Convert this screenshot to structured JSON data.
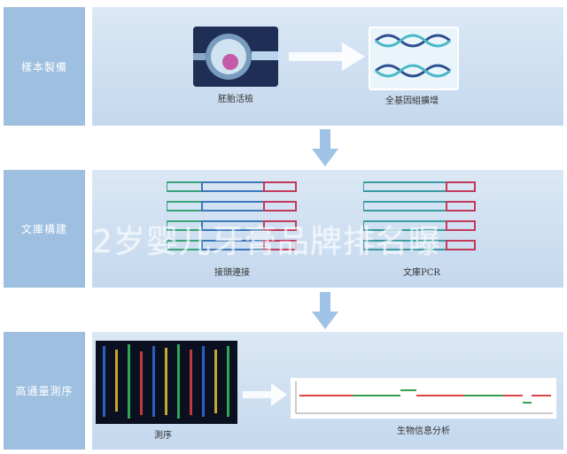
{
  "stages": [
    {
      "label": "樣本製備",
      "captions": [
        "胚胎活檢",
        "全基因組擴增"
      ]
    },
    {
      "label": "文庫構建",
      "captions": [
        "接頭連接",
        "文庫PCR"
      ]
    },
    {
      "label": "高通量測序",
      "captions": [
        "測序",
        "生物信息分析"
      ]
    }
  ],
  "watermark": "2岁婴儿牙膏品牌排名曝",
  "colors": {
    "stage_label_bg": "#9ebfe0",
    "panel_bg": "#c4d8ee",
    "arrow": "#9fc3e6"
  }
}
